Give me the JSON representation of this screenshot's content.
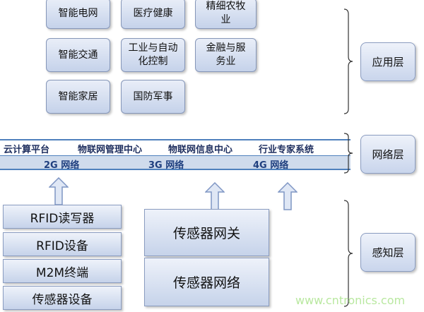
{
  "application_layer": {
    "label": "应用层",
    "tiles": [
      {
        "id": "smart-grid",
        "text": "智能电网"
      },
      {
        "id": "healthcare",
        "text": "医疗健康"
      },
      {
        "id": "agriculture",
        "text": "精细农牧业"
      },
      {
        "id": "smart-traffic",
        "text": "智能交通"
      },
      {
        "id": "industrial-control",
        "text": "工业与自动化控制"
      },
      {
        "id": "finance",
        "text": "金融与服务业"
      },
      {
        "id": "smart-home",
        "text": "智能家居"
      },
      {
        "id": "defense",
        "text": "国防军事"
      }
    ]
  },
  "network_layer": {
    "label": "网络层",
    "platforms": [
      "云计算平台",
      "物联网管理中心",
      "物联网信息中心",
      "行业专家系统"
    ],
    "networks": [
      "2G 网络",
      "3G 网络",
      "4G 网络"
    ]
  },
  "perception_layer": {
    "label": "感知层",
    "left_boxes": [
      "RFID读写器",
      "RFID设备",
      "M2M终端",
      "传感器设备"
    ],
    "right_boxes": [
      "传感器网关",
      "传感器网络"
    ]
  },
  "watermark": "www.cntronics.com",
  "colors": {
    "tile_top": "#e9eef8",
    "tile_bottom": "#c5d2ea",
    "border": "#8596b8",
    "network_line": "#4f81bd",
    "network_row_fill": "#cfdbec",
    "arrow_fill": "#dfe7f5",
    "arrow_stroke": "#7f96c4"
  }
}
